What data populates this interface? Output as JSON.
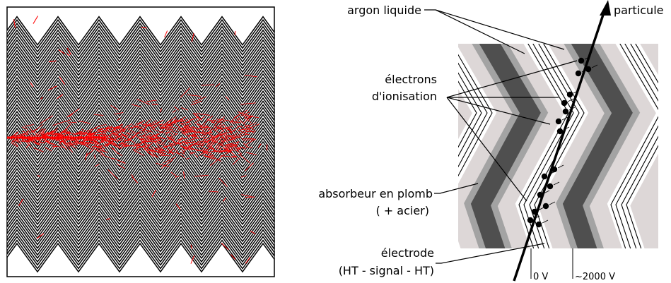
{
  "labels": {
    "argon": "argon liquide",
    "particle": "particule",
    "electrons_line1": "électrons",
    "electrons_line2": "d'ionisation",
    "absorber_line1": "absorbeur en plomb",
    "absorber_line2": "( + acier)",
    "electrode_line1": "électrode",
    "electrode_line2": "(HT - signal - HT)",
    "voltage_0": "0 V",
    "voltage_hv": "~2000 V"
  },
  "colors": {
    "argon": "#ddd7d7",
    "absorber_core": "#4f4f4f",
    "absorber_edge": "#a3a3a3",
    "shower": "#ff0000",
    "ink": "#000000"
  }
}
